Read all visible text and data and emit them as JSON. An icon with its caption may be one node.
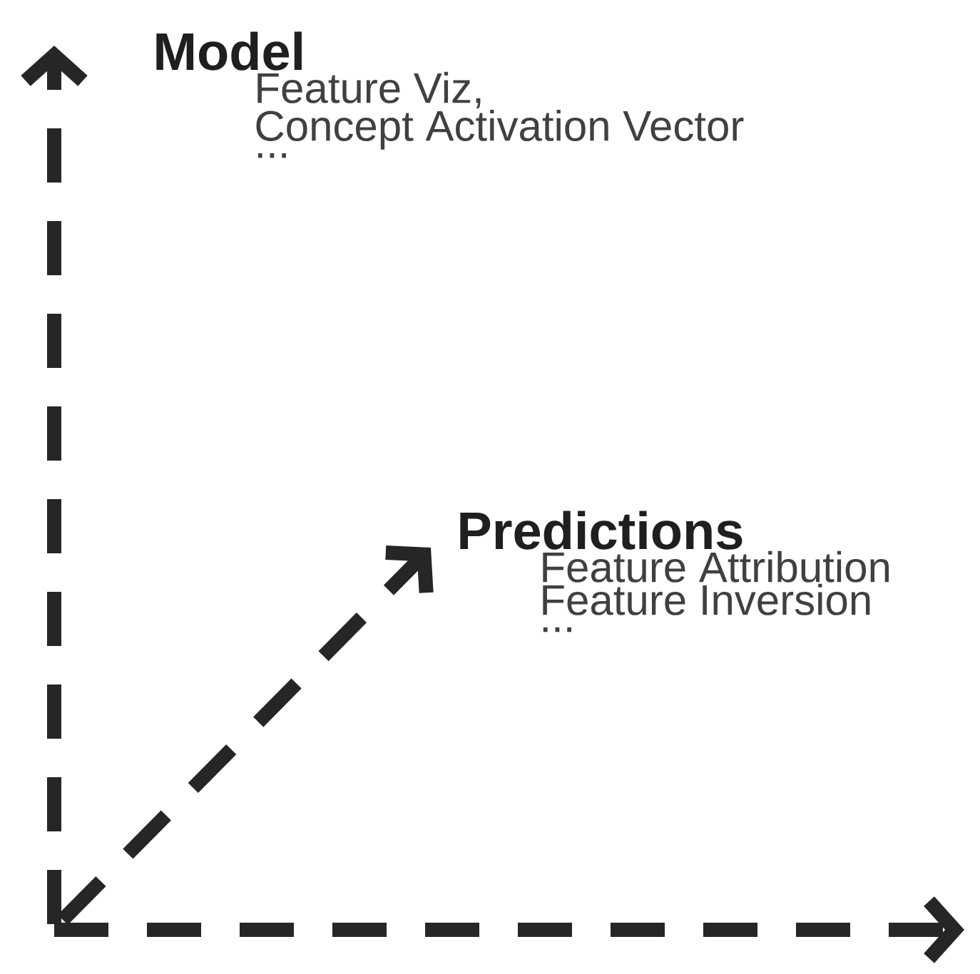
{
  "diagram": {
    "nodes": [
      {
        "text": [
          "Model",
          "Feature Viz,",
          "Concept Activation Vector",
          "..."
        ]
      },
      {
        "text": [
          "Predictions",
          "Feature Attribution",
          "Feature Inversion",
          "..."
        ]
      }
    ],
    "edges": [
      {
        "from": null,
        "to": 1,
        "arrow": "to",
        "style": "dashed"
      }
    ]
  }
}
